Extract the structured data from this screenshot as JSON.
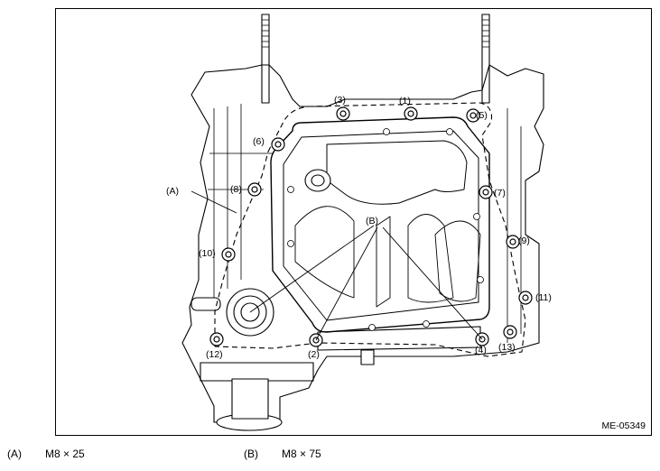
{
  "figure": {
    "code": "ME-05349",
    "labels": {
      "A": "(A)",
      "B": "(B)",
      "n1": "(1)",
      "n2": "(2)",
      "n3": "(3)",
      "n4": "(4)",
      "n5": "(5)",
      "n6": "(6)",
      "n7": "(7)",
      "n8": "(8)",
      "n9": "(9)",
      "n10": "(10)",
      "n11": "(11)",
      "n12": "(12)",
      "n13": "(13)"
    }
  },
  "legend": [
    {
      "key": "(A)",
      "value": "M8 × 25"
    },
    {
      "key": "(B)",
      "value": "M8 × 75"
    }
  ]
}
